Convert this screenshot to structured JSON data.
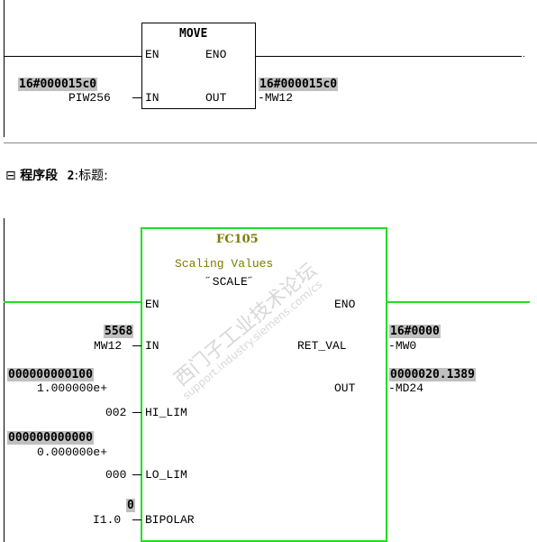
{
  "network1": {
    "block_name": "MOVE",
    "pins": {
      "en": "EN",
      "eno": "ENO",
      "in": "IN",
      "out": "OUT"
    },
    "in_value": "16#000015c0",
    "in_operand": "PIW256",
    "out_value": "16#000015c0",
    "out_operand": "MW12"
  },
  "network2": {
    "header_symbol": "⊟",
    "header_label": "程序段",
    "header_number": "2",
    "header_title": ":标题:",
    "block_name": "FC105",
    "block_desc": "Scaling Values",
    "block_symbol": "˝SCALE˝",
    "pins": {
      "en": "EN",
      "eno": "ENO",
      "in": "IN",
      "ret_val": "RET_VAL",
      "out": "OUT",
      "hi_lim": "HI_LIM",
      "lo_lim": "LO_LIM",
      "bipolar": "BIPOLAR"
    },
    "in_value": "5568",
    "in_operand": "MW12",
    "hi_value": "000000000100",
    "hi_operand_1": "1.000000e+",
    "hi_operand_2": "002",
    "lo_value": "000000000000",
    "lo_operand_1": "0.000000e+",
    "lo_operand_2": "000",
    "bipolar_value": "0",
    "bipolar_operand": "I1.0",
    "ret_value": "16#0000",
    "ret_operand": "MW0",
    "out_value": "0000020.1389",
    "out_operand": "MD24"
  },
  "watermark": {
    "line1": "西门子工业技术论坛",
    "line2": "support.industry.siemens.com/cs"
  }
}
